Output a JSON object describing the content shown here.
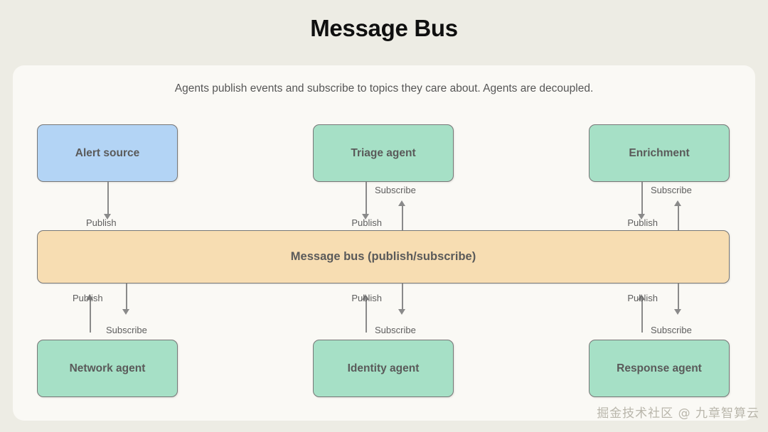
{
  "page": {
    "title": "Message Bus",
    "background_color": "#edece4",
    "card_color": "#faf9f5"
  },
  "diagram": {
    "subtitle": "Agents publish events and subscribe to topics they care about. Agents are decoupled.",
    "type": "pub-sub-bus",
    "colors": {
      "source_node": "#b3d4f5",
      "agent_node": "#a6e0c6",
      "bus_node": "#f7ddb2",
      "node_border": "#777777",
      "edge": "#8a8a8a",
      "node_text": "#5a5a5a"
    },
    "bus": {
      "label": "Message bus (publish/subscribe)",
      "style": "bus"
    },
    "top_nodes": [
      {
        "label": "Alert source",
        "style": "blue"
      },
      {
        "label": "Triage agent",
        "style": "green"
      },
      {
        "label": "Enrichment",
        "style": "green"
      }
    ],
    "bottom_nodes": [
      {
        "label": "Network agent",
        "style": "green"
      },
      {
        "label": "Identity agent",
        "style": "green"
      },
      {
        "label": "Response agent",
        "style": "green"
      }
    ],
    "edges": {
      "top": [
        {
          "publish": "Publish",
          "subscribe": null
        },
        {
          "publish": "Publish",
          "subscribe": "Subscribe"
        },
        {
          "publish": "Publish",
          "subscribe": "Subscribe"
        }
      ],
      "bottom": [
        {
          "publish": "Publish",
          "subscribe": "Subscribe"
        },
        {
          "publish": "Publish",
          "subscribe": "Subscribe"
        },
        {
          "publish": "Publish",
          "subscribe": "Subscribe"
        }
      ]
    }
  },
  "watermark": {
    "text": "掘金技术社区 @ 九章智算云"
  }
}
